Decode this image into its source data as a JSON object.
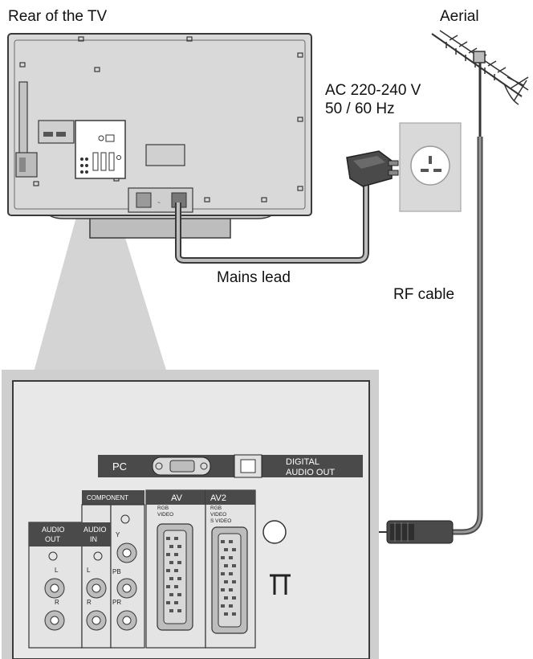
{
  "labels": {
    "tv_rear": "Rear of the TV",
    "aerial": "Aerial",
    "ac_voltage": "AC 220-240 V",
    "ac_frequency": "50 / 60 Hz",
    "mains_lead": "Mains lead",
    "rf_cable": "RF cable"
  },
  "panel": {
    "pc": "PC",
    "digital_audio_out_line1": "DIGITAL",
    "digital_audio_out_line2": "AUDIO OUT",
    "component": "COMPONENT",
    "audio_out_line1": "AUDIO",
    "audio_out_line2": "OUT",
    "audio_in_line1": "AUDIO",
    "audio_in_line2": "IN",
    "jack_l": "L",
    "jack_r": "R",
    "jack_y": "Y",
    "jack_pb": "PB",
    "jack_pr": "PR",
    "av2": "AV2",
    "av1": "AV",
    "av1_rgb": "RGB",
    "av1_video": "VIDEO",
    "av2_rgb": "RGB",
    "av2_video": "VIDEO",
    "av2_svideo": "S VIDEO"
  },
  "colors": {
    "tv_body": "#d9d9d9",
    "outline": "#3a3a3a",
    "callout": "#cfcfcf",
    "panel": "#e8e8e8",
    "cable": "#6e6e6e"
  }
}
